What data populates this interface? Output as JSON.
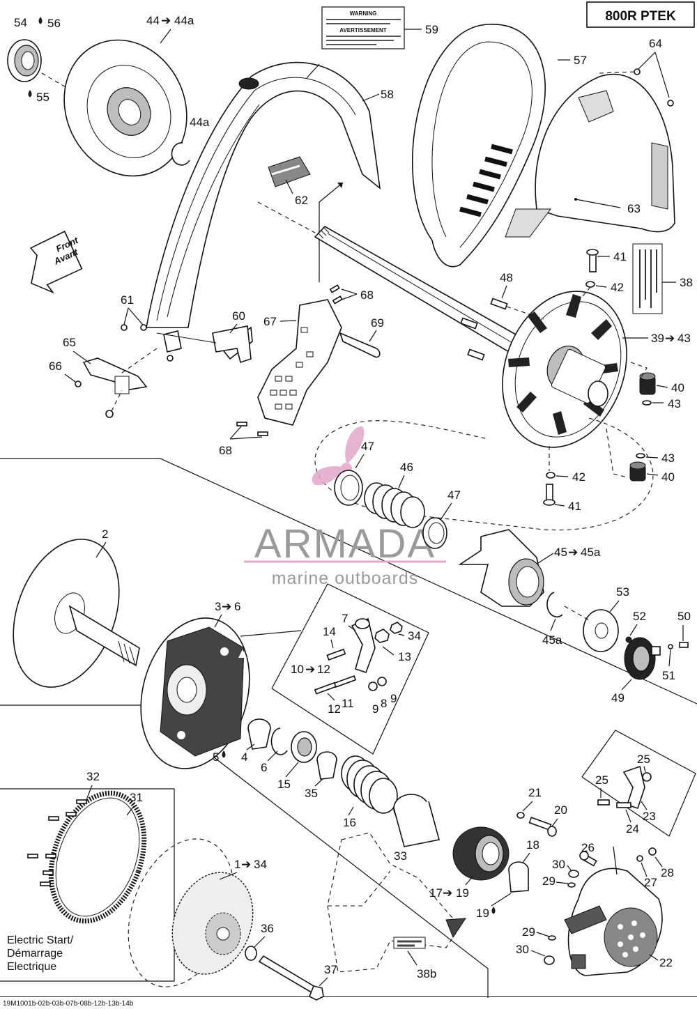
{
  "model_box": {
    "text": "800R PTEK"
  },
  "front_arrow": {
    "line1": "Front",
    "line2": "Avant"
  },
  "warning_label": {
    "title": "WARNING",
    "title2": "AVERTISSEMENT"
  },
  "watermark": {
    "brand": "ARMADA",
    "tagline": "marine outboards",
    "accent": "#e2a8c8"
  },
  "electric_start": {
    "line1": "Electric Start/",
    "line2": "Démarrage",
    "line3": "Electrique"
  },
  "footer_code": "19M1001b-02b-03b-07b-08b-12b-13b-14b",
  "callouts": {
    "c54": "54",
    "c56": "56",
    "c55": "55",
    "c44": "44",
    "c44a_top": "44a",
    "c44a": "44a",
    "c59": "59",
    "c57": "57",
    "c64": "64",
    "c58": "58",
    "c62": "62",
    "c63": "63",
    "c41a": "41",
    "c42a": "42",
    "c38": "38",
    "c48": "48",
    "c68a": "68",
    "c61": "61",
    "c60": "60",
    "c67": "67",
    "c69": "69",
    "c39": "39",
    "c43a": "43",
    "c65": "65",
    "c66": "66",
    "c40a": "40",
    "c43b": "43",
    "c68b": "68",
    "c47a": "47",
    "c46": "46",
    "c43c": "43",
    "c40b": "40",
    "c42b": "42",
    "c41b": "41",
    "c47b": "47",
    "c2": "2",
    "c45": "45",
    "c45a_top": "45a",
    "c53": "53",
    "c45a": "45a",
    "c52": "52",
    "c50": "50",
    "c3": "3",
    "c6_top": "6",
    "c7": "7",
    "c14": "14",
    "c34a": "34",
    "c13": "13",
    "c10": "10",
    "c12_top": "12",
    "c11": "11",
    "c12": "12",
    "c9a": "9",
    "c8": "8",
    "c9b": "9",
    "c51": "51",
    "c49": "49",
    "c5": "5",
    "c4": "4",
    "c6": "6",
    "c15": "15",
    "c35": "35",
    "c25a": "25",
    "c25b": "25",
    "c32": "32",
    "c31": "31",
    "c21": "21",
    "c20": "20",
    "c23": "23",
    "c16": "16",
    "c24": "24",
    "c33": "33",
    "c26": "26",
    "c18": "18",
    "c28": "28",
    "c30a": "30",
    "c29a": "29",
    "c27": "27",
    "c1": "1",
    "c34b": "34",
    "c17": "17",
    "c19_top": "19",
    "c19": "19",
    "c36": "36",
    "c29b": "29",
    "c30b": "30",
    "c22": "22",
    "c37": "37",
    "c38b": "38b"
  }
}
